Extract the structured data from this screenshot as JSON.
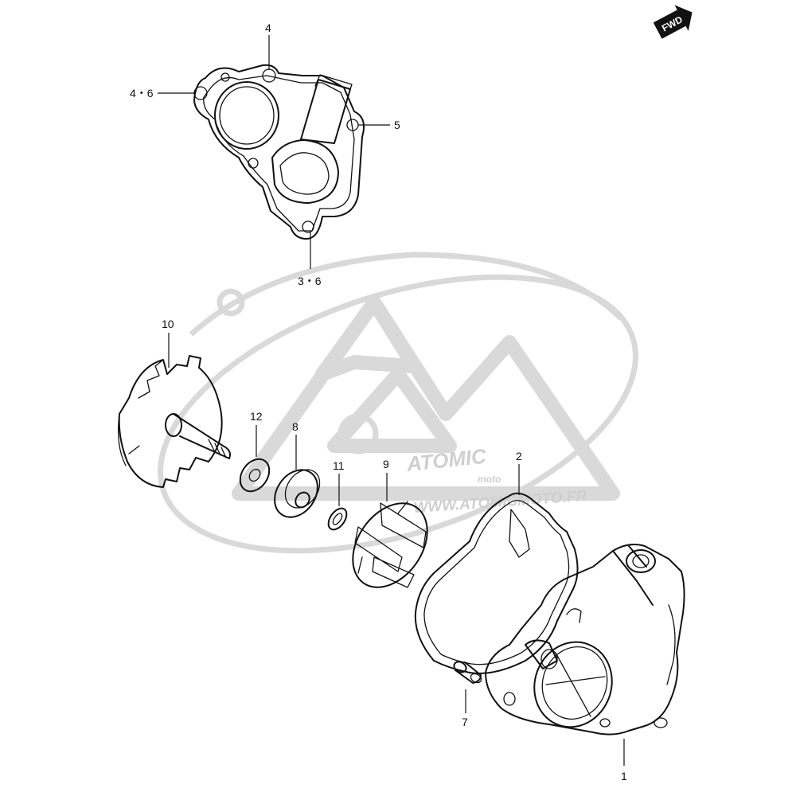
{
  "direction_marker": {
    "label": "FWD"
  },
  "watermark": {
    "brand": "ATOMIC",
    "sub": "moto",
    "url": "WWW.ATOMICMOTO.FR"
  },
  "callouts": {
    "pump_cover_upper_bolt": "4",
    "pump_cover_left_bolt": "4・6",
    "pump_cover_right_bolt": "5",
    "pump_cover_lower_bolt": "3・6",
    "pump_drive_gear": "10",
    "washer": "12",
    "mechanical_seal": "8",
    "seal_ring": "11",
    "impeller": "9",
    "cover_gasket": "2",
    "dowel_pin": "7",
    "pump_body": "1"
  }
}
